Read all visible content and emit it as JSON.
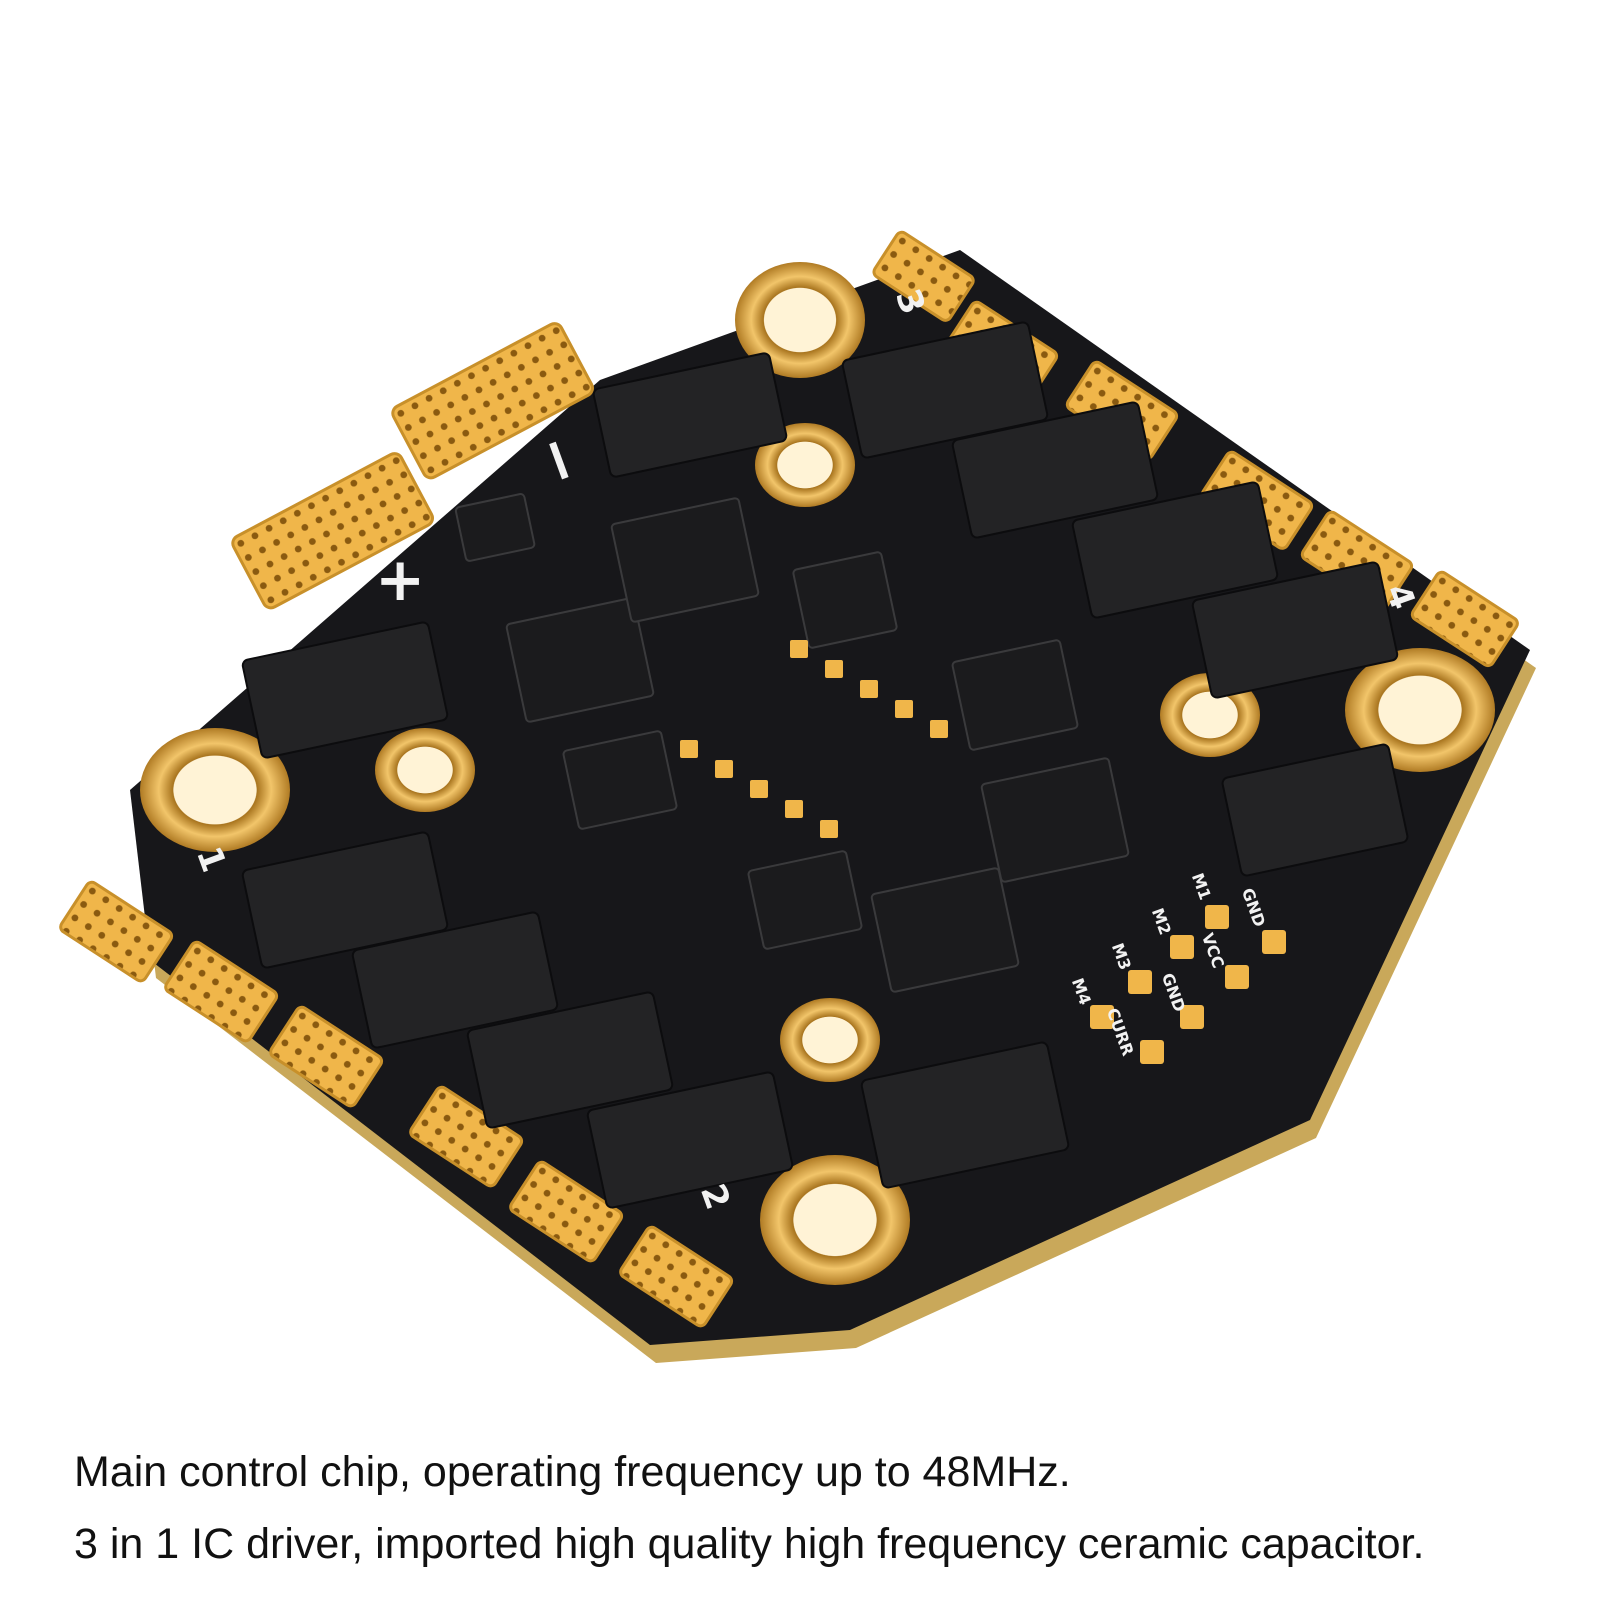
{
  "board": {
    "labels": {
      "plus": "+",
      "minus": "−",
      "m1": "1",
      "m2": "2",
      "m3": "3",
      "m4": "4",
      "pads": [
        "GND",
        "M1",
        "VCC",
        "M2",
        "GND",
        "M3",
        "CURR",
        "M4"
      ]
    },
    "colors": {
      "pcb": "#17171a",
      "pcb_edge": "#c9a85a",
      "gold": "#f0b64a",
      "chip": "#1e1e20"
    }
  },
  "captions": {
    "line1": "Main control chip, operating frequency up to 48MHz.",
    "line2": "3 in 1 IC driver, imported high quality high frequency ceramic capacitor."
  }
}
